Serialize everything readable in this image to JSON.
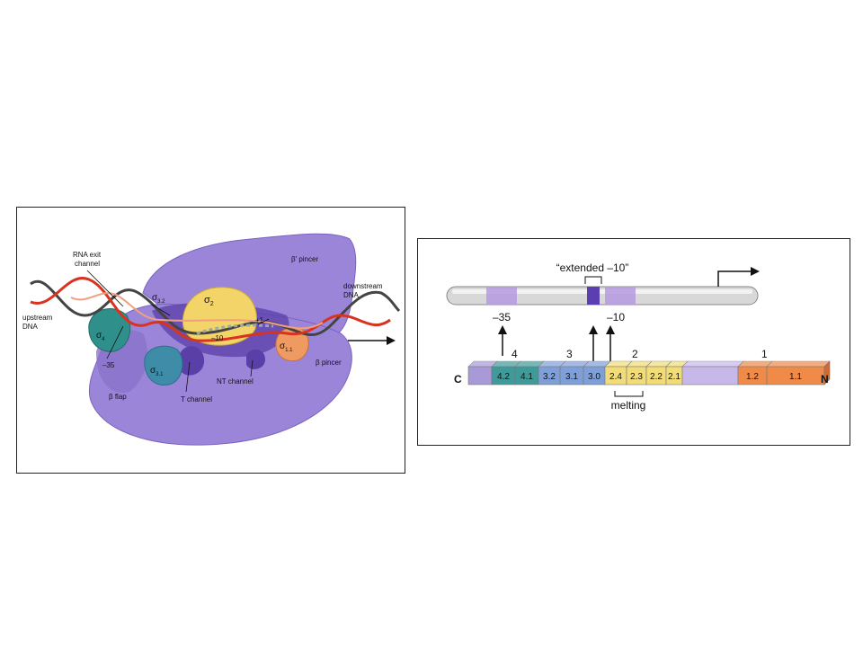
{
  "left": {
    "labels": {
      "rna_exit": [
        "RNA exit",
        "channel"
      ],
      "upstream": [
        "upstream",
        "DNA"
      ],
      "downstream": [
        "downstream",
        "DNA"
      ],
      "beta_prime_pincer": "β′ pincer",
      "beta_pincer": "β pincer",
      "beta_flap": "β flap",
      "t_channel": "T channel",
      "nt_channel": "NT channel",
      "minus35": "–35",
      "minus10": "–10",
      "plus1": "+1",
      "sigma": "σ",
      "sigma2_sub": "2",
      "sigma32_sub": "3.2",
      "sigma31_sub": "3.1",
      "sigma4_sub": "4",
      "sigma11_sub": "1.1"
    }
  },
  "right": {
    "extended": "“extended –10”",
    "minus35": "–35",
    "minus10": "–10",
    "region_nums": [
      "4",
      "3",
      "2",
      "1"
    ],
    "c_label": "C",
    "n_label": "N",
    "melting": "melting",
    "segments": [
      {
        "label": "",
        "color": "#a89ad8"
      },
      {
        "label": "4.2",
        "color": "#3f9a9a"
      },
      {
        "label": "4.1",
        "color": "#3f9a9a"
      },
      {
        "label": "3.2",
        "color": "#7f9fd8"
      },
      {
        "label": "3.1",
        "color": "#7f9fd8"
      },
      {
        "label": "3.0",
        "color": "#7f9fd8"
      },
      {
        "label": "2.4",
        "color": "#f2dc78"
      },
      {
        "label": "2.3",
        "color": "#f2dc78"
      },
      {
        "label": "2.2",
        "color": "#f2dc78"
      },
      {
        "label": "2.1",
        "color": "#f2dc78"
      },
      {
        "label": "",
        "color": "#c8b8ea"
      },
      {
        "label": "1.2",
        "color": "#ef8a48"
      },
      {
        "label": "1.1",
        "color": "#ef8a48"
      }
    ]
  }
}
